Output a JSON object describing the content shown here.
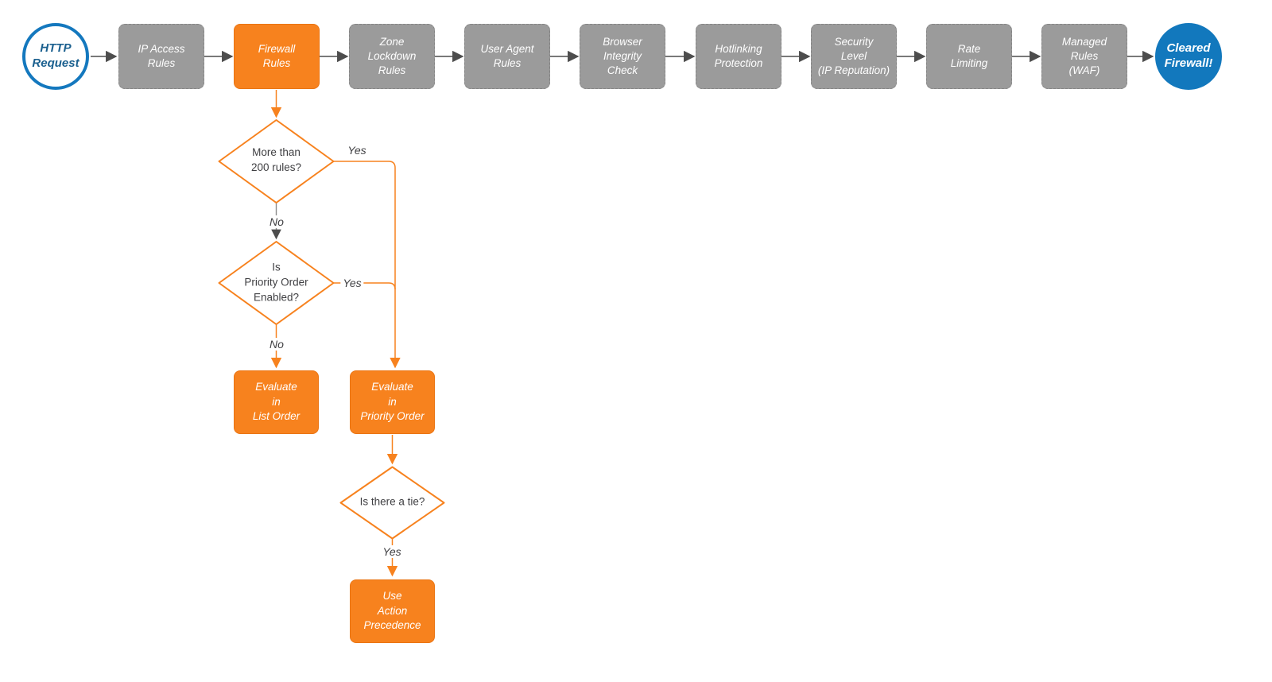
{
  "colors": {
    "accent_orange": "#f7821e",
    "node_gray": "#9b9b9b",
    "accent_blue": "#1278bd",
    "connector_dark": "#4d4d4d",
    "text_dark": "#3f3f42"
  },
  "flow": {
    "start": {
      "label": "HTTP\nRequest"
    },
    "stages": [
      {
        "label": "IP Access\nRules"
      },
      {
        "label": "Firewall\nRules"
      },
      {
        "label": "Zone\nLockdown\nRules"
      },
      {
        "label": "User Agent\nRules"
      },
      {
        "label": "Browser\nIntegrity\nCheck"
      },
      {
        "label": "Hotlinking\nProtection"
      },
      {
        "label": "Security\nLevel\n(IP Reputation)"
      },
      {
        "label": "Rate\nLimiting"
      },
      {
        "label": "Managed\nRules\n(WAF)"
      }
    ],
    "end": {
      "label": "Cleared\nFirewall!"
    },
    "decisions": [
      {
        "label": "More than\n200 rules?"
      },
      {
        "label": "Is\nPriority Order\nEnabled?"
      },
      {
        "label": "Is there a tie?"
      }
    ],
    "actions": [
      {
        "label": "Evaluate\nin\nList Order"
      },
      {
        "label": "Evaluate\nin\nPriority Order"
      },
      {
        "label": "Use\nAction\nPrecedence"
      }
    ],
    "edge_labels": {
      "yes1": "Yes",
      "no1": "No",
      "yes2": "Yes",
      "no2": "No",
      "yes3": "Yes"
    }
  }
}
